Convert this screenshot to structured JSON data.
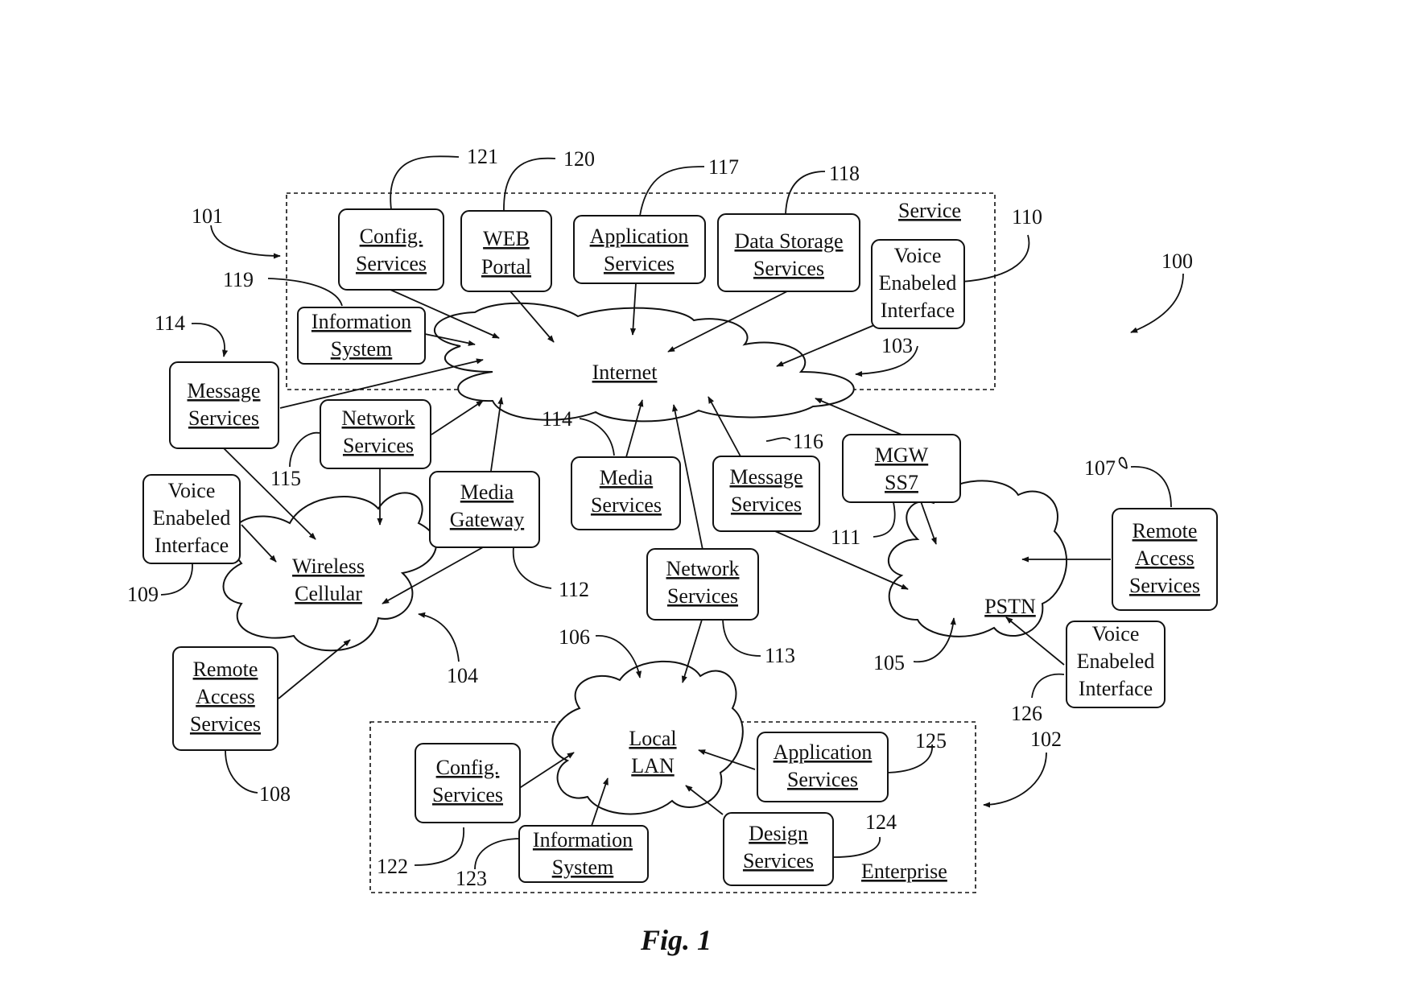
{
  "figure": {
    "caption": "Fig. 1"
  },
  "regions": {
    "service": {
      "label": "Service"
    },
    "enterprise": {
      "label": "Enterprise"
    }
  },
  "clouds": {
    "internet": {
      "lines": [
        "Internet"
      ]
    },
    "wireless": {
      "lines": [
        "Wireless",
        "Cellular"
      ]
    },
    "pstn": {
      "lines": [
        "PSTN"
      ]
    },
    "lan": {
      "lines": [
        "Local",
        "LAN"
      ]
    }
  },
  "boxes": {
    "config_services_top": [
      "Config.",
      "Services"
    ],
    "web_portal": [
      "WEB",
      "Portal"
    ],
    "application_services_top": [
      "Application",
      "Services"
    ],
    "data_storage_services": [
      "Data Storage",
      "Services"
    ],
    "voice_interface_top": [
      "Voice",
      "Enabeled",
      "Interface"
    ],
    "information_system_top": [
      "Information",
      "System"
    ],
    "message_services_left": [
      "Message",
      "Services"
    ],
    "network_services_left": [
      "Network",
      "Services"
    ],
    "voice_interface_left": [
      "Voice",
      "Enabeled",
      "Interface"
    ],
    "media_gateway": [
      "Media",
      "Gateway"
    ],
    "media_services": [
      "Media",
      "Services"
    ],
    "message_services_mid": [
      "Message",
      "Services"
    ],
    "mgw_ss7": [
      "MGW",
      "SS7"
    ],
    "remote_access_right": [
      "Remote",
      "Access",
      "Services"
    ],
    "voice_interface_right": [
      "Voice",
      "Enabeled",
      "Interface"
    ],
    "network_services_mid": [
      "Network",
      "Services"
    ],
    "remote_access_left": [
      "Remote",
      "Access",
      "Services"
    ],
    "config_services_bottom": [
      "Config.",
      "Services"
    ],
    "information_system_bottom": [
      "Information",
      "System"
    ],
    "application_services_bottom": [
      "Application",
      "Services"
    ],
    "design_services": [
      "Design",
      "Services"
    ]
  },
  "refs": {
    "r100": "100",
    "r101": "101",
    "r102": "102",
    "r103": "103",
    "r104": "104",
    "r105": "105",
    "r106": "106",
    "r107": "107",
    "r108": "108",
    "r109": "109",
    "r110": "110",
    "r111": "111",
    "r112": "112",
    "r113": "113",
    "r114a": "114",
    "r114b": "114",
    "r115": "115",
    "r116": "116",
    "r117": "117",
    "r118": "118",
    "r119": "119",
    "r120": "120",
    "r121": "121",
    "r122": "122",
    "r123": "123",
    "r124": "124",
    "r125": "125",
    "r126": "126"
  }
}
